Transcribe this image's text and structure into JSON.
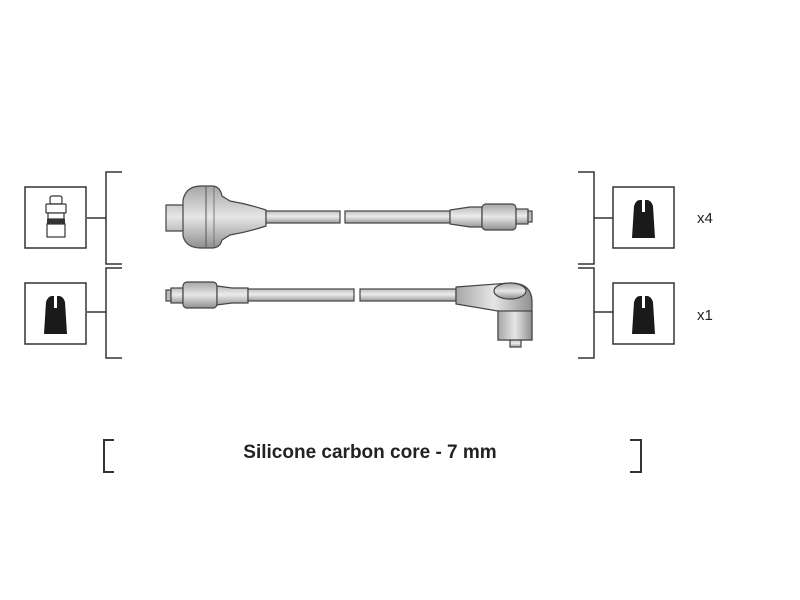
{
  "lead_set": {
    "quantities": {
      "top_row": "x4",
      "bottom_row": "x1"
    },
    "caption": "Silicone carbon core - 7 mm"
  },
  "colors": {
    "line": "#333333",
    "lead_fill": "#d9d9d9",
    "lead_shade": "#a8a8a8",
    "terminal_fill": "#1a1a1a"
  }
}
